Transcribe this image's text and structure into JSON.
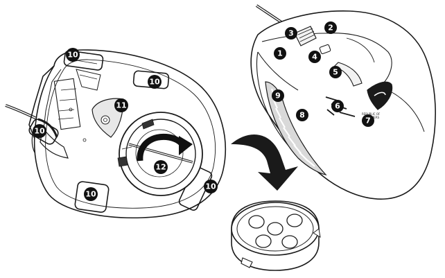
{
  "callouts": [
    {
      "id": "c1",
      "label": "1"
    },
    {
      "id": "c2",
      "label": "2"
    },
    {
      "id": "c3",
      "label": "3"
    },
    {
      "id": "c4",
      "label": "4"
    },
    {
      "id": "c5",
      "label": "5"
    },
    {
      "id": "c6",
      "label": "6"
    },
    {
      "id": "c7",
      "label": "7"
    },
    {
      "id": "c8",
      "label": "8"
    },
    {
      "id": "c9",
      "label": "9"
    },
    {
      "id": "c10a",
      "label": "10"
    },
    {
      "id": "c10b",
      "label": "10"
    },
    {
      "id": "c10c",
      "label": "10"
    },
    {
      "id": "c10d",
      "label": "10"
    },
    {
      "id": "c10e",
      "label": "10"
    },
    {
      "id": "c11",
      "label": "11"
    },
    {
      "id": "c12",
      "label": "12"
    }
  ],
  "logo": {
    "line1": "REPUBLIC OF",
    "line2": "GAMERS"
  },
  "colors": {
    "line": "#1a1a1a",
    "callout_fill": "#111111",
    "arrow": "#1a1a1a",
    "grip": "#d9d9d9"
  }
}
